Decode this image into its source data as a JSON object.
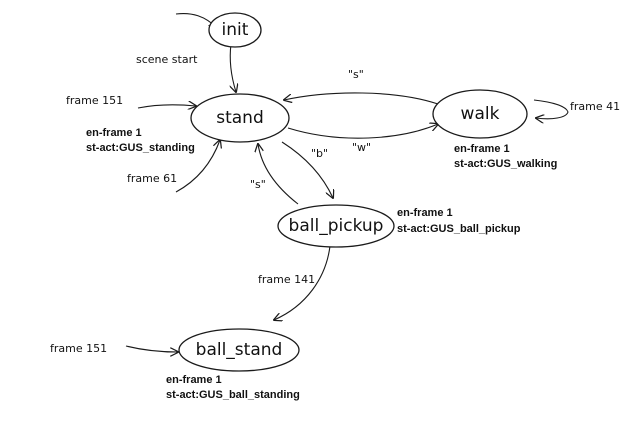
{
  "nodes": {
    "init": "init",
    "stand": "stand",
    "walk": "walk",
    "ball_pickup": "ball_pickup",
    "ball_stand": "ball_stand"
  },
  "edges": {
    "scene_start": "scene start",
    "frame151_stand": "frame 151",
    "frame61": "frame 61",
    "s_walk": "\"s\"",
    "w": "\"w\"",
    "b": "\"b\"",
    "s_pickup": "\"s\"",
    "frame41": "frame 41",
    "frame141": "frame 141",
    "frame151_ballstand": "frame 151"
  },
  "notes": {
    "stand": [
      "en-frame 1",
      "st-act:GUS_standing"
    ],
    "walk": [
      "en-frame 1",
      "st-act:GUS_walking"
    ],
    "ball_pickup": [
      "en-frame 1",
      "st-act:GUS_ball_pickup"
    ],
    "ball_stand": [
      "en-frame 1",
      "st-act:GUS_ball_standing"
    ]
  }
}
